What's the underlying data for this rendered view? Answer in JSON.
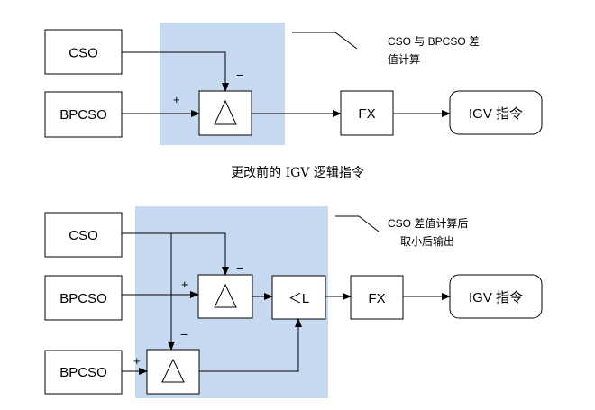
{
  "top": {
    "input_cso": "CSO",
    "input_bpcso": "BPCSO",
    "plus_sign": "+",
    "minus_sign": "−",
    "fx_label": "FX",
    "output_label": "IGV 指令",
    "note_line1": "CSO 与 BPCSO 差",
    "note_line2": "值计算",
    "caption": "更改前的 IGV 逻辑指令"
  },
  "bottom": {
    "input_cso": "CSO",
    "input_bpcso_1": "BPCSO",
    "input_bpcso_2": "BPCSO",
    "plus_sign_1": "+",
    "minus_sign_1": "−",
    "plus_sign_2": "+",
    "minus_sign_2": "−",
    "min_block_label": "＜L",
    "fx_label": "FX",
    "output_label": "IGV 指令",
    "note_line1": "CSO 差值计算后",
    "note_line2": "取小后输出"
  },
  "colors": {
    "highlight_fill": "#c6d9f1",
    "stroke": "#000000"
  }
}
